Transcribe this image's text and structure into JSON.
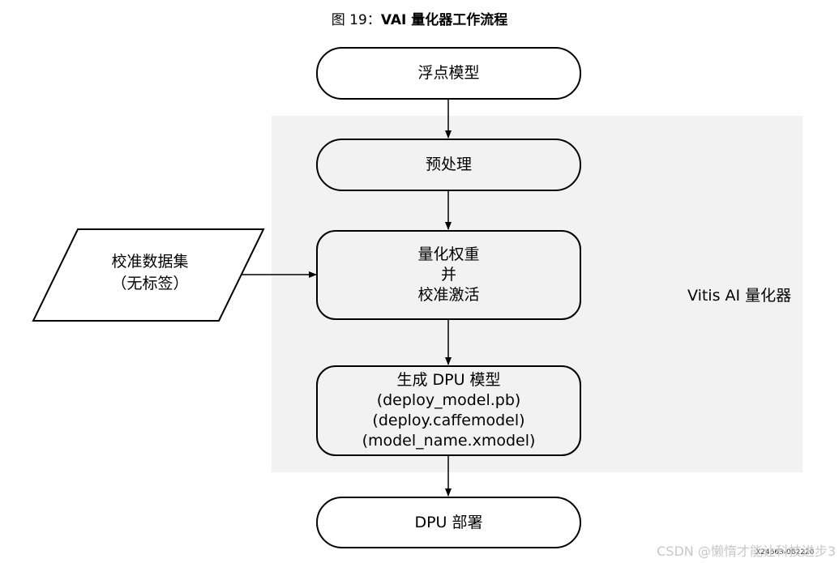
{
  "figure_title": {
    "prefix": "图 19：",
    "bold_text": "VAI 量化器工作流程"
  },
  "region_label": "Vitis AI 量化器",
  "nodes": {
    "float_model": "浮点模型",
    "preprocess": "预处理",
    "quantize": [
      "量化权重",
      "并",
      "校准激活"
    ],
    "generate_dpu": [
      "生成 DPU 模型",
      "(deploy_model.pb)",
      "(deploy.caffemodel)",
      "(model_name.xmodel)"
    ],
    "deploy": "DPU 部署"
  },
  "calibration_input": [
    "校准数据集",
    "（无标签）"
  ],
  "figure_id": "X24663-062220",
  "watermark": "CSDN @懒惰才能让科技进步3"
}
